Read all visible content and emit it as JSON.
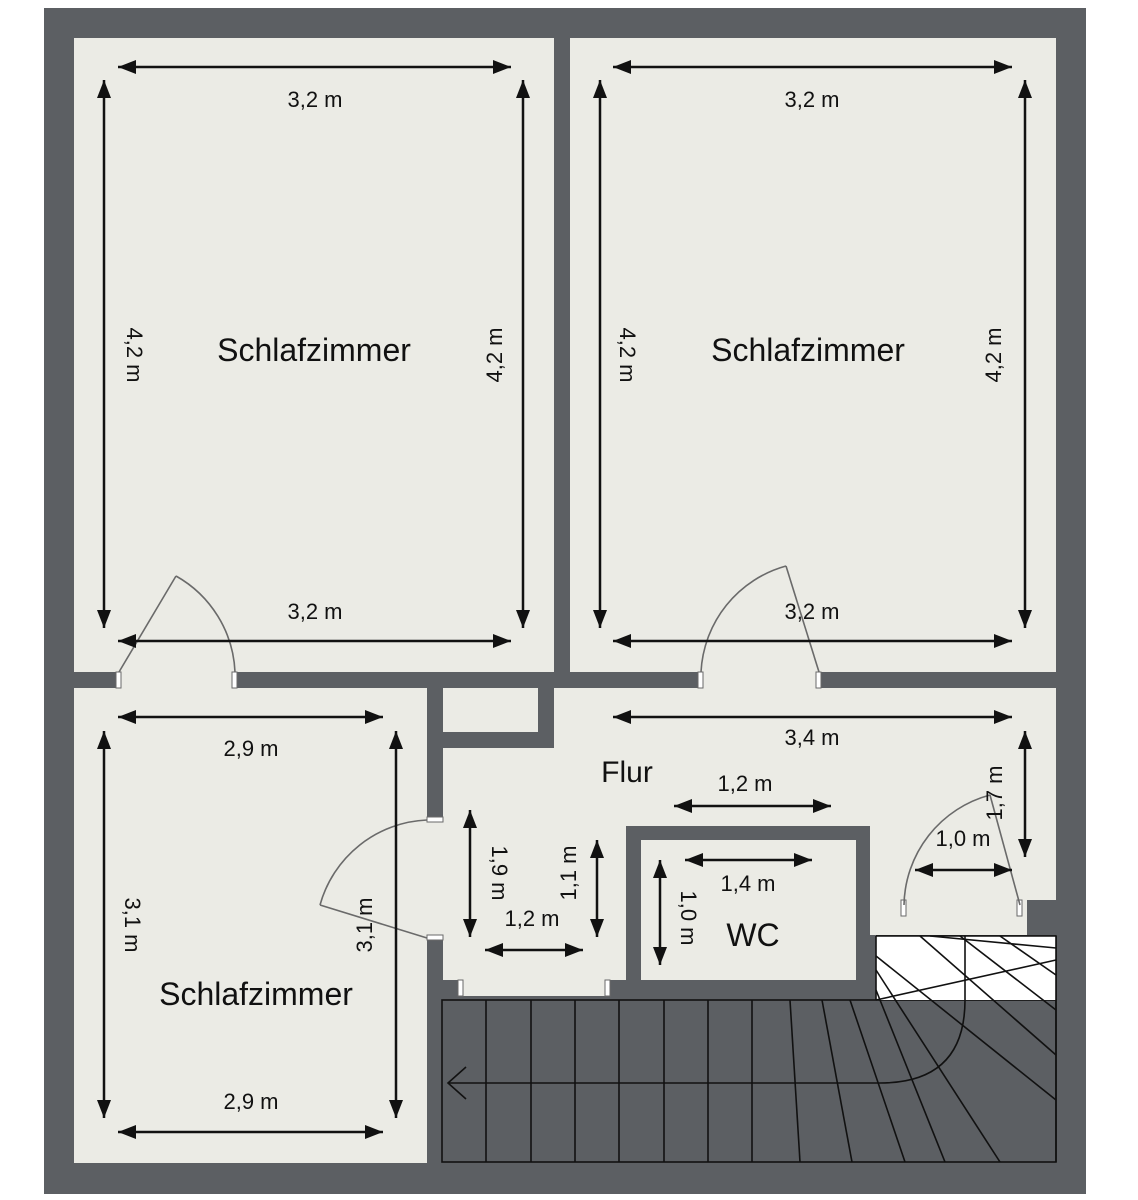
{
  "colors": {
    "wall": "#5c5f63",
    "floor": "#ebebe5",
    "stairs": "#ffffff",
    "line": "#111111",
    "door": "#6a6a6a"
  },
  "rooms": {
    "bedroom_top_left": {
      "label": "Schlafzimmer",
      "dims": {
        "top": "3,2 m",
        "bottom": "3,2 m",
        "left": "4,2 m",
        "right": "4,2 m"
      }
    },
    "bedroom_top_right": {
      "label": "Schlafzimmer",
      "dims": {
        "top": "3,2 m",
        "bottom": "3,2 m",
        "left": "4,2 m",
        "right": "4,2 m"
      }
    },
    "bedroom_bottom_left": {
      "label": "Schlafzimmer",
      "dims": {
        "top": "2,9 m",
        "bottom": "2,9 m",
        "left": "3,1 m",
        "right": "3,1 m"
      }
    },
    "hall": {
      "label": "Flur",
      "dims": {
        "width": "3,4 m",
        "upper": "1,2 m",
        "depth": "1,7 m",
        "door_width": "1,0 m"
      }
    },
    "closet": {
      "dims": {
        "height": "1,9 m",
        "small_height": "1,1 m",
        "width": "1,2 m"
      }
    },
    "wc": {
      "label": "WC",
      "dims": {
        "width": "1,4 m",
        "height": "1,0 m"
      }
    }
  },
  "icons": {
    "stair_direction": "arrow-left-icon"
  }
}
